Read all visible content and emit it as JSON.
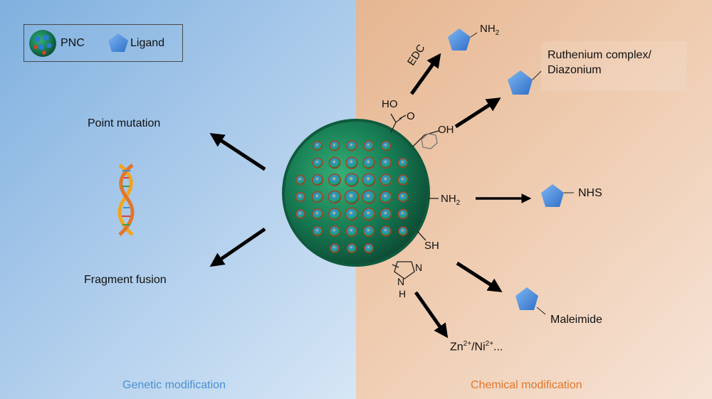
{
  "legend": {
    "pnc": "PNC",
    "ligand": "Ligand"
  },
  "genetic": {
    "point_mutation": "Point mutation",
    "fragment_fusion": "Fragment fusion",
    "caption": "Genetic modification"
  },
  "chemical": {
    "caption": "Chemical modification",
    "edc": "EDC",
    "ruthenium_line1": "Ruthenium complex/",
    "ruthenium_line2": "Diazonium",
    "nhs": "NHS",
    "maleimide": "Maleimide",
    "zn": "Zn",
    "ni": "/Ni",
    "ions_suffix": "...",
    "charge": "2+"
  },
  "groups": {
    "ho": "HO",
    "o": "O",
    "oh": "OH",
    "nh": "NH",
    "nh_sub": "2",
    "sh": "SH",
    "n": "N",
    "h": "H"
  },
  "colors": {
    "left_bg": "#8fbbe4",
    "right_bg": "#ecc4a4",
    "ligand": "#3f7fd6",
    "pnc_green": "#1d9a63",
    "pnc_blue": "#1f67b8",
    "pnc_red": "#a8402a",
    "genetic_caption": "#4a8fd0",
    "chemical_caption": "#e0772c"
  },
  "icons": [
    "pnc-icon",
    "ligand-icon",
    "dna-icon",
    "pentagon-ligand-icon",
    "arrow-icon"
  ]
}
